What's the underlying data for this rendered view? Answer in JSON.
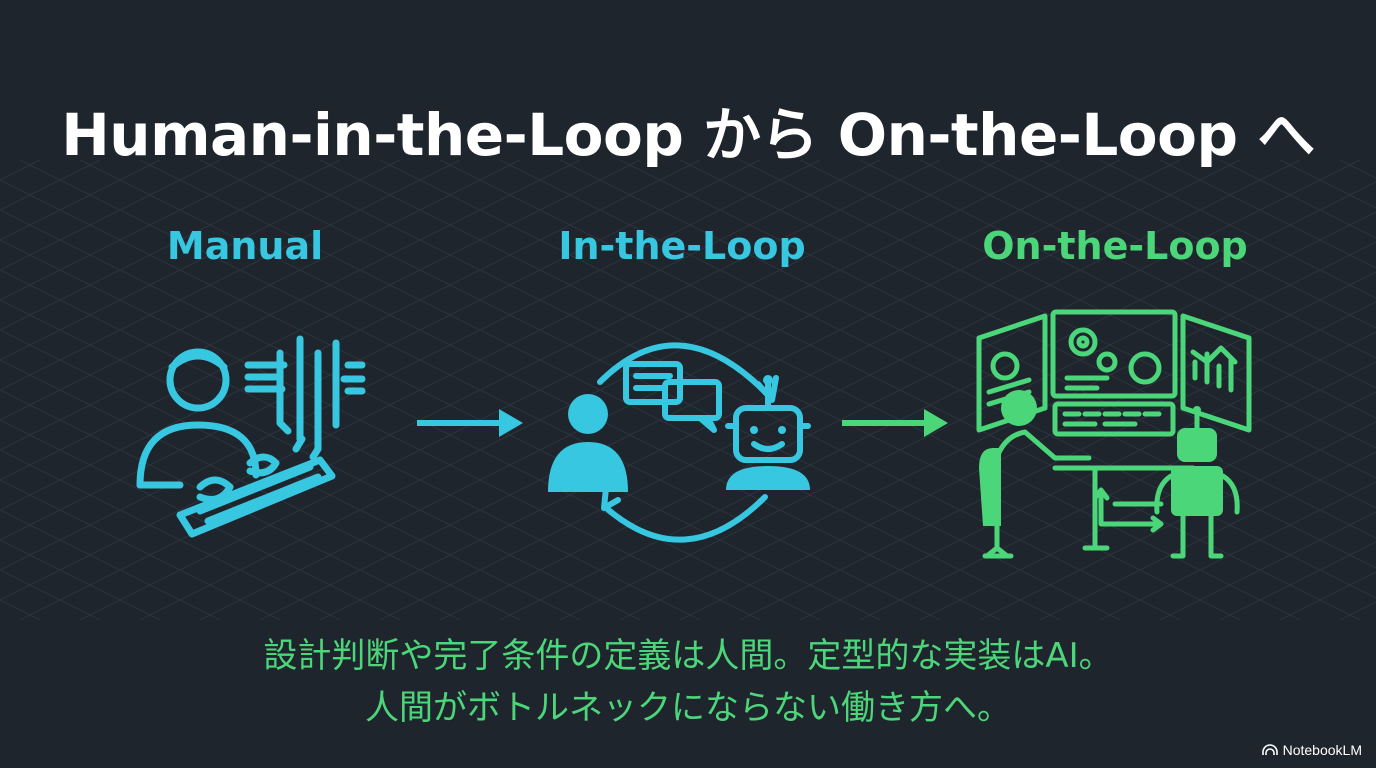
{
  "title": "Human-in-the-Loop から On-the-Loop へ",
  "stages": [
    {
      "label": "Manual",
      "icon": "person-typing-keyboard-icon"
    },
    {
      "label": "In-the-Loop",
      "icon": "human-ai-chat-cycle-icon"
    },
    {
      "label": "On-the-Loop",
      "icon": "human-supervising-robot-dashboard-icon"
    }
  ],
  "caption": {
    "line1": "設計判断や完了条件の定義は人間。定型的な実装はAI。",
    "line2": "人間がボトルネックにならない働き方へ。"
  },
  "brand": {
    "name": "NotebookLM",
    "icon": "notebooklm-logo-icon"
  },
  "colors": {
    "background": "#1f252d",
    "cyan": "#38c7e0",
    "green": "#4cd67a",
    "title": "#ffffff"
  }
}
